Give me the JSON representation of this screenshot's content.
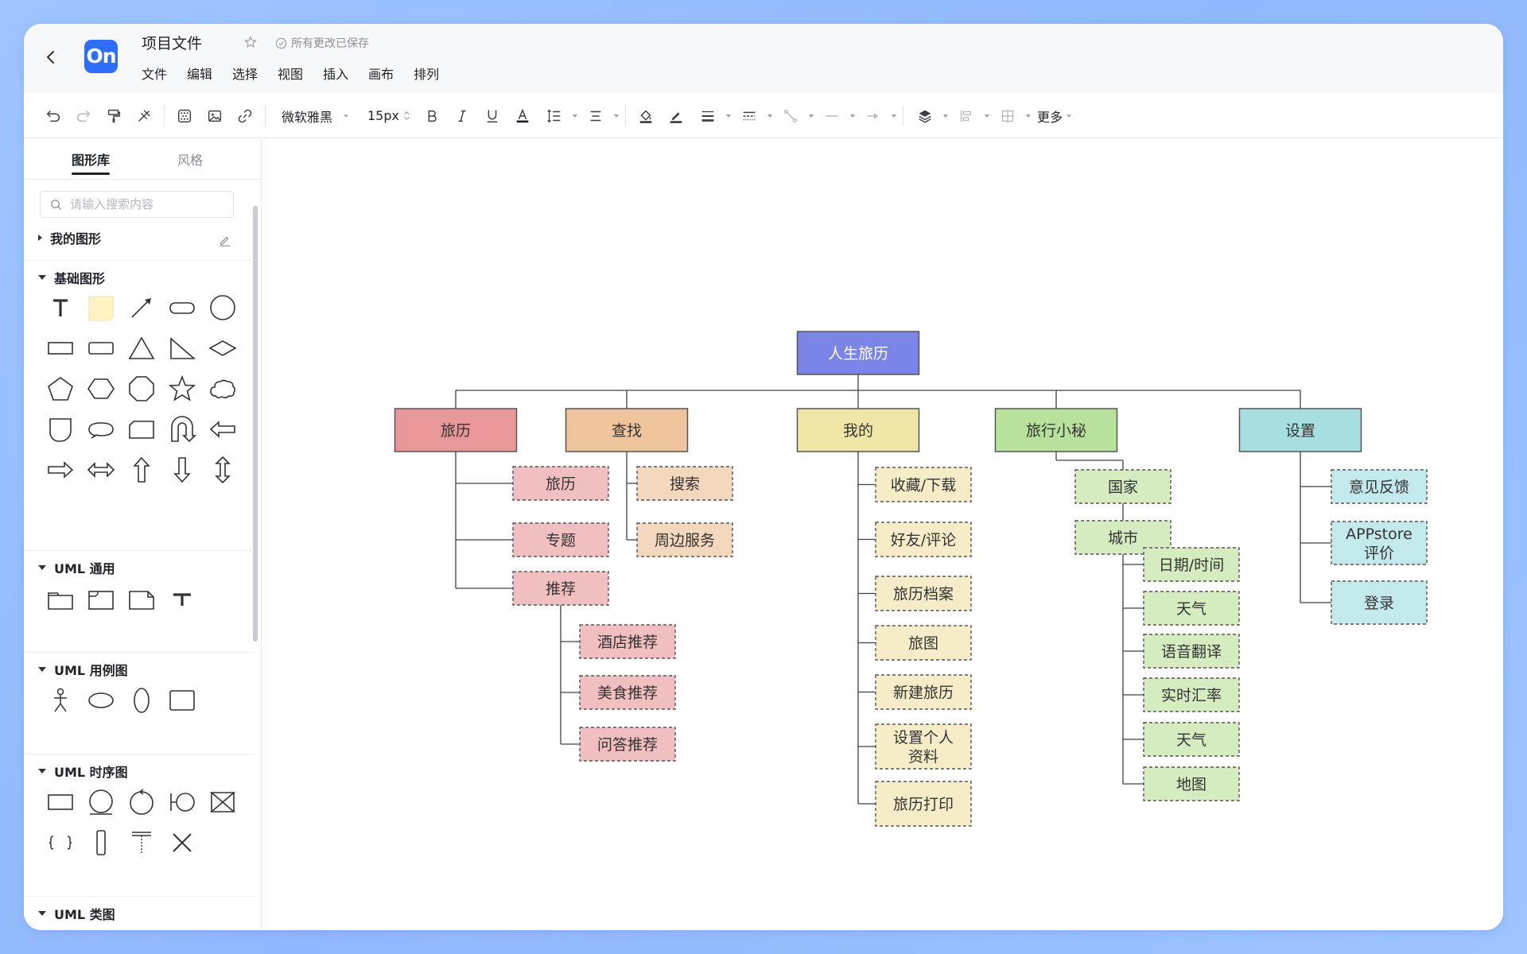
{
  "header": {
    "title": "项目文件",
    "save_status": "所有更改已保存",
    "logo_text": "On",
    "menu": [
      "文件",
      "编辑",
      "选择",
      "视图",
      "插入",
      "画布",
      "排列"
    ]
  },
  "toolbar": {
    "font_family": "微软雅黑",
    "font_size": "15px",
    "more_label": "更多"
  },
  "sidebar": {
    "tabs": [
      "图形库",
      "风格"
    ],
    "search_placeholder": "请输入搜索内容",
    "sections": {
      "my_shapes": "我的图形",
      "basic": "基础图形",
      "uml_general": "UML 通用",
      "uml_usecase": "UML 用例图",
      "uml_sequence": "UML 时序图",
      "uml_class": "UML 类图"
    }
  },
  "diagram": {
    "root": "人生旅历",
    "colors": {
      "root": "#7b85e8",
      "lvl1": [
        "#e89898",
        "#efc49c",
        "#f0e6a8",
        "#b8e29c",
        "#a7dfe1"
      ],
      "lvl2": [
        "#f1bfc0",
        "#f4d8bd",
        "#f6edc8",
        "#d4ecc0",
        "#c3e9ec"
      ],
      "line": "#404040",
      "border": "#555555"
    },
    "branches": [
      {
        "name": "旅历",
        "children": [
          "旅历",
          "专题",
          "推荐"
        ],
        "sub": [
          "酒店推荐",
          "美食推荐",
          "问答推荐"
        ]
      },
      {
        "name": "查找",
        "children": [
          "搜索",
          "周边服务"
        ]
      },
      {
        "name": "我的",
        "children": [
          "收藏/下载",
          "好友/评论",
          "旅历档案",
          "旅图",
          "新建旅历",
          "设置个人\n资料",
          "旅历打印"
        ]
      },
      {
        "name": "旅行小秘",
        "children": [
          "国家",
          "城市"
        ],
        "sub": [
          "日期/时间",
          "天气",
          "语音翻译",
          "实时汇率",
          "天气",
          "地图"
        ]
      },
      {
        "name": "设置",
        "children": [
          "意见反馈",
          "APPstore\n评价",
          "登录"
        ]
      }
    ]
  }
}
